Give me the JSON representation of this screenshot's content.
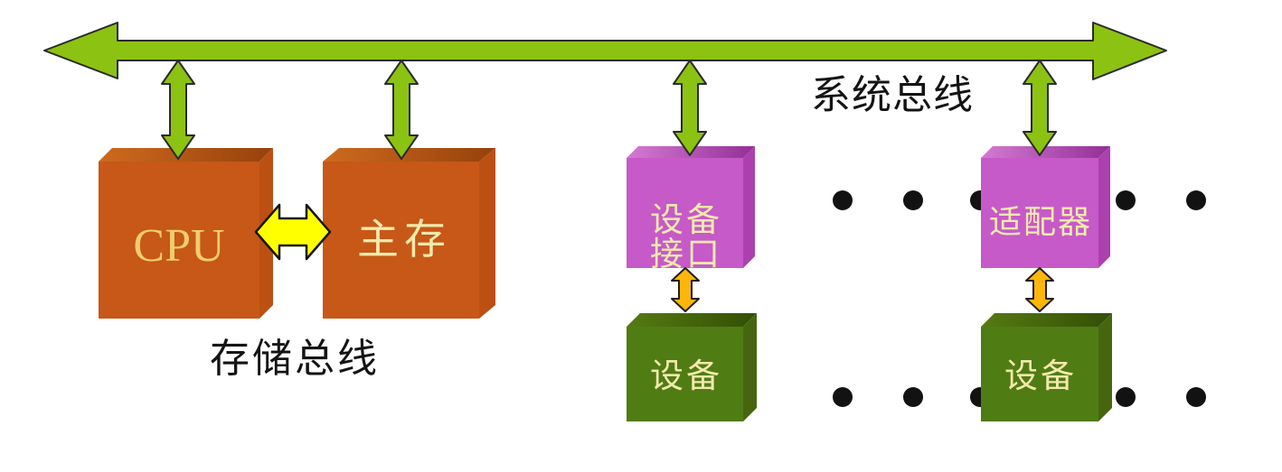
{
  "figure": {
    "system_bus_label": "系统总线",
    "storage_bus_label": "存储总线",
    "nodes": {
      "cpu": {
        "label": "CPU"
      },
      "main_memory": {
        "label": "主存"
      },
      "device_interface": {
        "line1": "设备",
        "line2": "接口"
      },
      "adapter": {
        "label": "适配器"
      },
      "device_a": {
        "label": "设备"
      },
      "device_b": {
        "label": "设备"
      }
    },
    "ellipsis": {
      "meaning": "more-devices-continuation-dots",
      "rows": 2,
      "dots_per_row": 5
    },
    "colors": {
      "bus_green": "#8CC212",
      "outline": "#2B2B2B",
      "orange_front": "#C75817",
      "orange_top_light": "#CE6A1E",
      "orange_top_dark": "#96410C",
      "orange_side": "#BC5013",
      "purple_front": "#C65AC8",
      "purple_top_light": "#D47AD4",
      "purple_top_dark": "#932F95",
      "purple_side": "#AC40AE",
      "green_front": "#507C14",
      "green_top_light": "#567A12",
      "green_top_dark": "#324F06",
      "green_side": "#45660F",
      "arrow_yellow": "#FFFF00",
      "arrow_orange": "#FFB60A",
      "label_text": "#141414",
      "box_text": "#F3E9AC",
      "cpu_text": "#EFCD6C",
      "dot": "#121212"
    }
  }
}
